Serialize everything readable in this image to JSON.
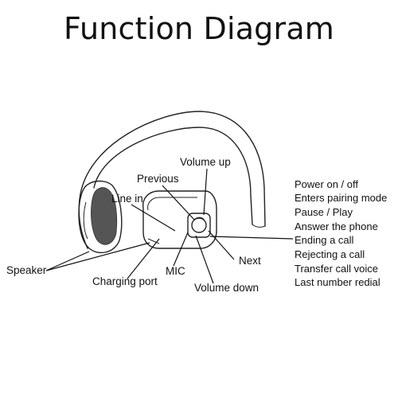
{
  "title": "Function Diagram",
  "labels": {
    "volume_up": "Volume up",
    "previous": "Previous",
    "line_in": "Line in",
    "speaker": "Speaker",
    "charging_port": "Charging port",
    "mic": "MIC",
    "volume_down": "Volume down",
    "next": "Next"
  },
  "functions": [
    "Power on / off",
    "Enters pairing mode",
    "Pause / Play",
    "Answer the phone",
    "Ending a call",
    "Rejecting a call",
    "Transfer call voice",
    "Last number redial"
  ]
}
